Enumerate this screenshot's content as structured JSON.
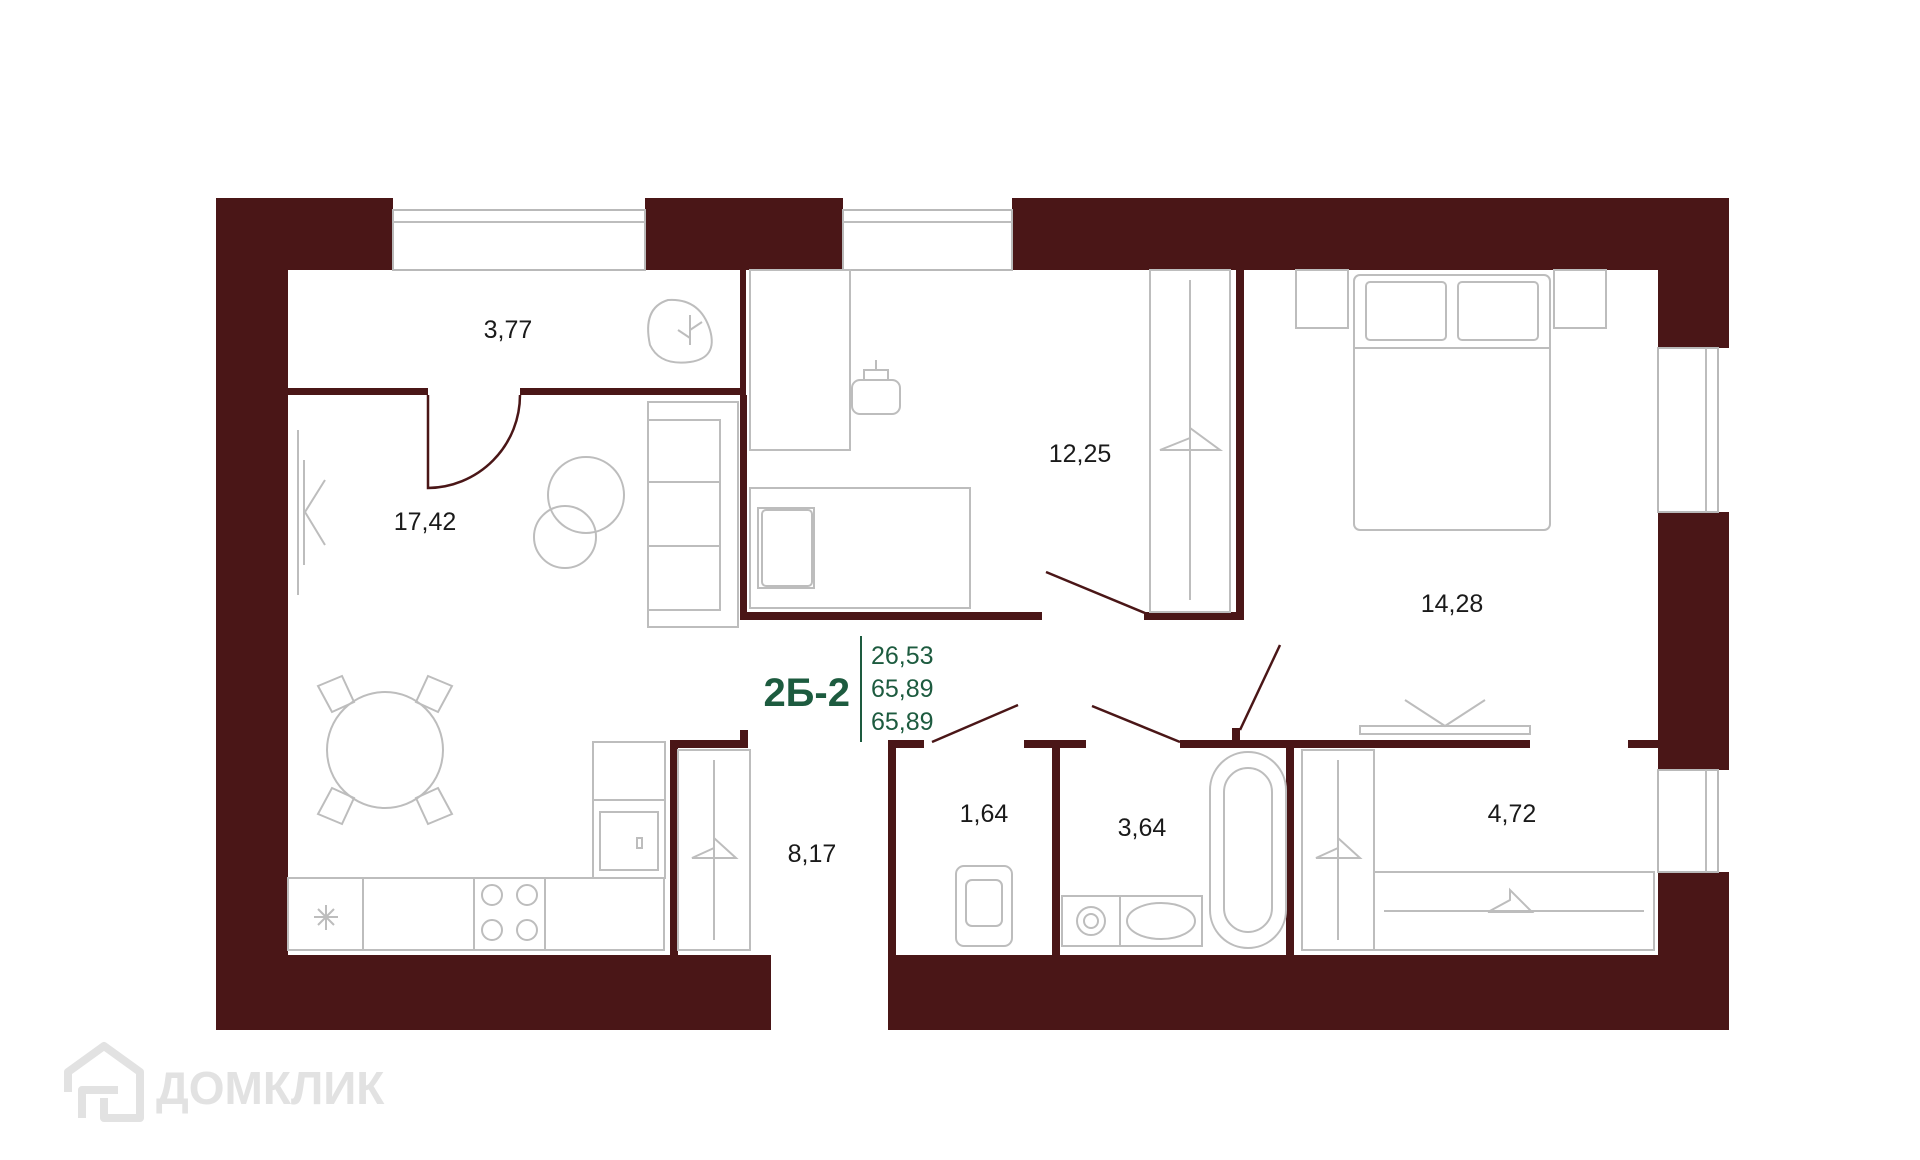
{
  "colors": {
    "wall": "#4a1617",
    "furniture_line": "#bdbdbd",
    "unit_text": "#1d5b3f",
    "area_text": "#1a1a1a",
    "watermark": "#e2e2e2"
  },
  "unit": {
    "code": "2Б-2",
    "values": [
      "26,53",
      "65,89",
      "65,89"
    ]
  },
  "rooms": {
    "balcony": {
      "area": "3,77"
    },
    "kitchen_living": {
      "area": "17,42"
    },
    "bedroom_small": {
      "area": "12,25"
    },
    "bedroom_master": {
      "area": "14,28"
    },
    "hallway": {
      "area": "8,17"
    },
    "toilet": {
      "area": "1,64"
    },
    "bathroom": {
      "area": "3,64"
    },
    "wardrobe": {
      "area": "4,72"
    }
  },
  "watermark": {
    "text": "ДОМКЛИК",
    "icon": "house-icon"
  },
  "icons": [
    "hanger-icon",
    "plant-icon",
    "stove-icon",
    "sink-icon",
    "bathtub-icon",
    "toilet-icon",
    "washing-machine-icon",
    "bed-icon",
    "sofa-icon",
    "chair-icon",
    "table-icon"
  ]
}
